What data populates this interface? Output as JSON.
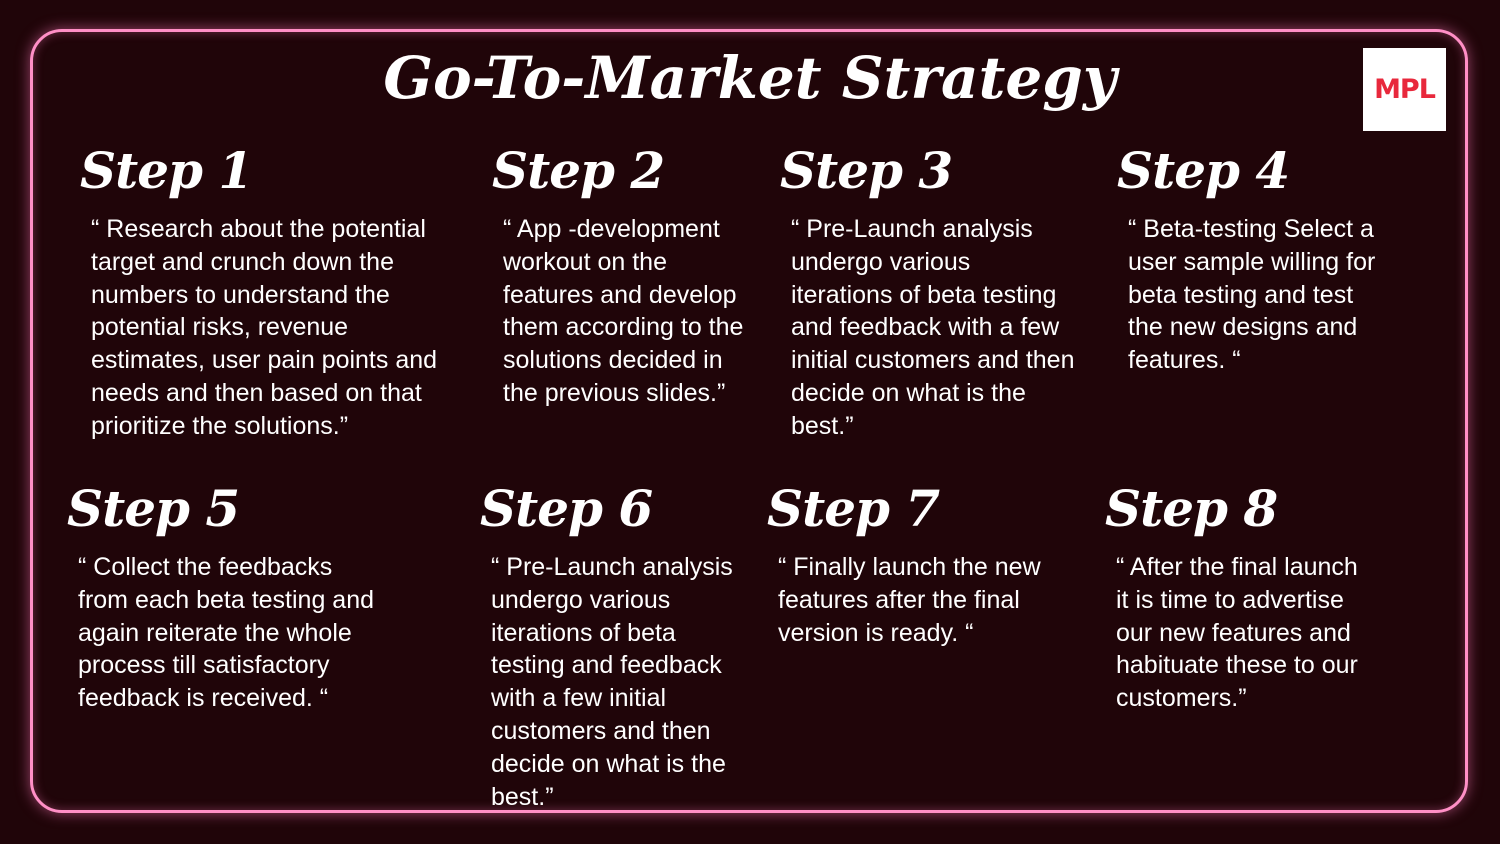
{
  "title": "Go-To-Market Strategy",
  "logo": {
    "text": "MPL",
    "color": "#e8283c"
  },
  "accent_color": "#ff8fc6",
  "background_color": "#200509",
  "steps": [
    {
      "title": "Step 1",
      "desc": "“ Research about the potential\ntarget and crunch down the\nnumbers to understand the\npotential risks, revenue\nestimates, user pain points and\nneeds and then based on that\nprioritize the solutions.”"
    },
    {
      "title": "Step 2",
      "desc": "“ App -development\nworkout on the\nfeatures and develop\nthem according to the\nsolutions decided in\nthe previous slides.”"
    },
    {
      "title": "Step 3",
      "desc": "“ Pre-Launch analysis\nundergo various\niterations of beta testing\nand feedback with a few\ninitial customers and then\ndecide on what is the\nbest.”"
    },
    {
      "title": "Step 4",
      "desc": "“ Beta-testing Select a\nuser sample willing for\nbeta testing and test\nthe new designs and\nfeatures. “"
    },
    {
      "title": "Step 5",
      "desc": "“ Collect the feedbacks\nfrom each beta testing and\nagain reiterate the whole\nprocess till satisfactory\nfeedback is received. “"
    },
    {
      "title": "Step 6",
      "desc": "“ Pre-Launch analysis\nundergo various\niterations of beta\ntesting and feedback\nwith a few initial\ncustomers and then\ndecide on what is the\nbest.”"
    },
    {
      "title": "Step 7",
      "desc": "“ Finally launch the new\nfeatures after the final\nversion is ready. “"
    },
    {
      "title": "Step 8",
      "desc": "“ After the final launch\nit is time to advertise\nour new features and\nhabituate these to our\ncustomers.”"
    }
  ]
}
